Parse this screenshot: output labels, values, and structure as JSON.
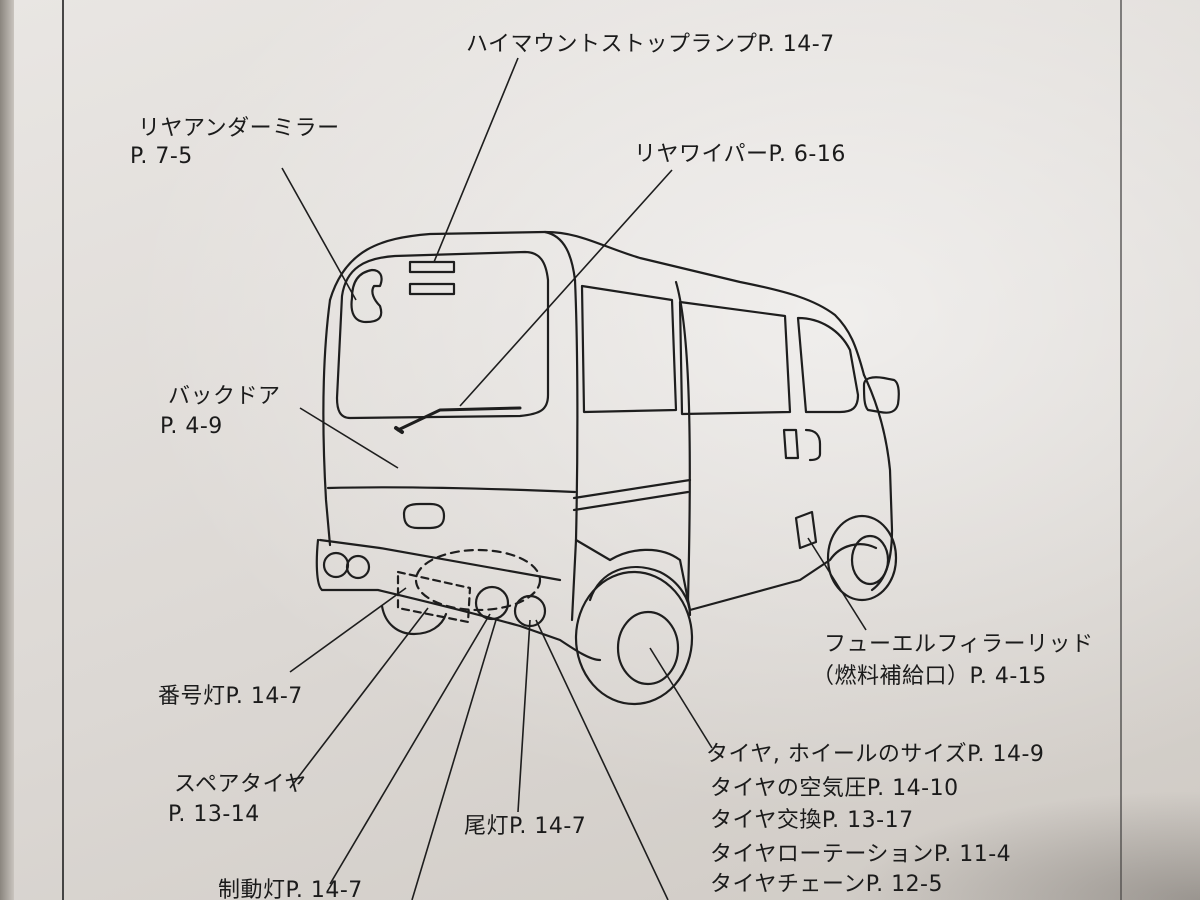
{
  "labels": {
    "high_mount_stop_lamp": "ハイマウントストップランプP. 14-7",
    "rear_under_mirror_name": "リヤアンダーミラー",
    "rear_under_mirror_page": "P. 7-5",
    "rear_wiper": "リヤワイパーP. 6-16",
    "back_door_name": "バックドア",
    "back_door_page": "P. 4-9",
    "fuel_filler_lid_name": "フューエルフィラーリッド",
    "fuel_filler_lid_page": "（燃料補給口）P. 4-15",
    "license_plate_lamp": "番号灯P. 14-7",
    "spare_tire_name": "スペアタイヤ",
    "spare_tire_page": "P. 13-14",
    "tail_lamp": "尾灯P. 14-7",
    "brake_lamp": "制動灯P. 14-7"
  },
  "tire_list": [
    "タイヤ, ホイールのサイズP. 14-9",
    "タイヤの空気圧P. 14-10",
    "タイヤ交換P. 13-17",
    "タイヤローテーションP. 11-4",
    "タイヤチェーンP. 12-5"
  ]
}
